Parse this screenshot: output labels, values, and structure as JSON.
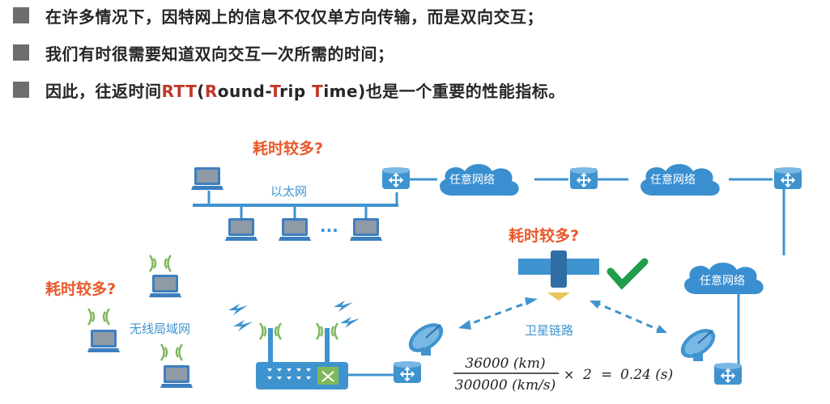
{
  "bullets": [
    {
      "text": "在许多情况下，因特网上的信息不仅仅单方向传输，而是双向交互；"
    },
    {
      "text": "我们有时很需要知道双向交互一次所需的时间；"
    },
    {
      "parts": {
        "pre": "因此，往返时间",
        "abbr": "RTT",
        "open": "(",
        "r": "R",
        "ound": "ound-",
        "t": "T",
        "rip": "rip ",
        "t2": "T",
        "ime": "ime)",
        "post": "也是一个重要的性能指标。"
      }
    }
  ],
  "diagram": {
    "question_label": "耗时较多?",
    "ethernet_label": "以太网",
    "ellipsis": "···",
    "wlan_label": "无线局域网",
    "cloud_label": "任意网络",
    "satellite_link_label": "卫星链路",
    "formula": {
      "numerator": "36000  (km)",
      "denominator": "300000  (km/s)",
      "times": "×",
      "factor": "2",
      "equals": "=",
      "result": "0.24  (s)"
    }
  },
  "colors": {
    "accent_red": "#c0392b",
    "question_orange": "#e8592a",
    "link_blue": "#3f93cf",
    "cloud_blue": "#3a8fd0",
    "check_green": "#1f9e4a",
    "bullet_gray": "#6d6d6d"
  },
  "icons": [
    "laptop-icon",
    "router-icon",
    "cloud-icon",
    "wireless-router-icon",
    "satellite-icon",
    "satellite-dish-icon",
    "lightning-icon",
    "wifi-signal-icon",
    "check-mark-icon"
  ]
}
